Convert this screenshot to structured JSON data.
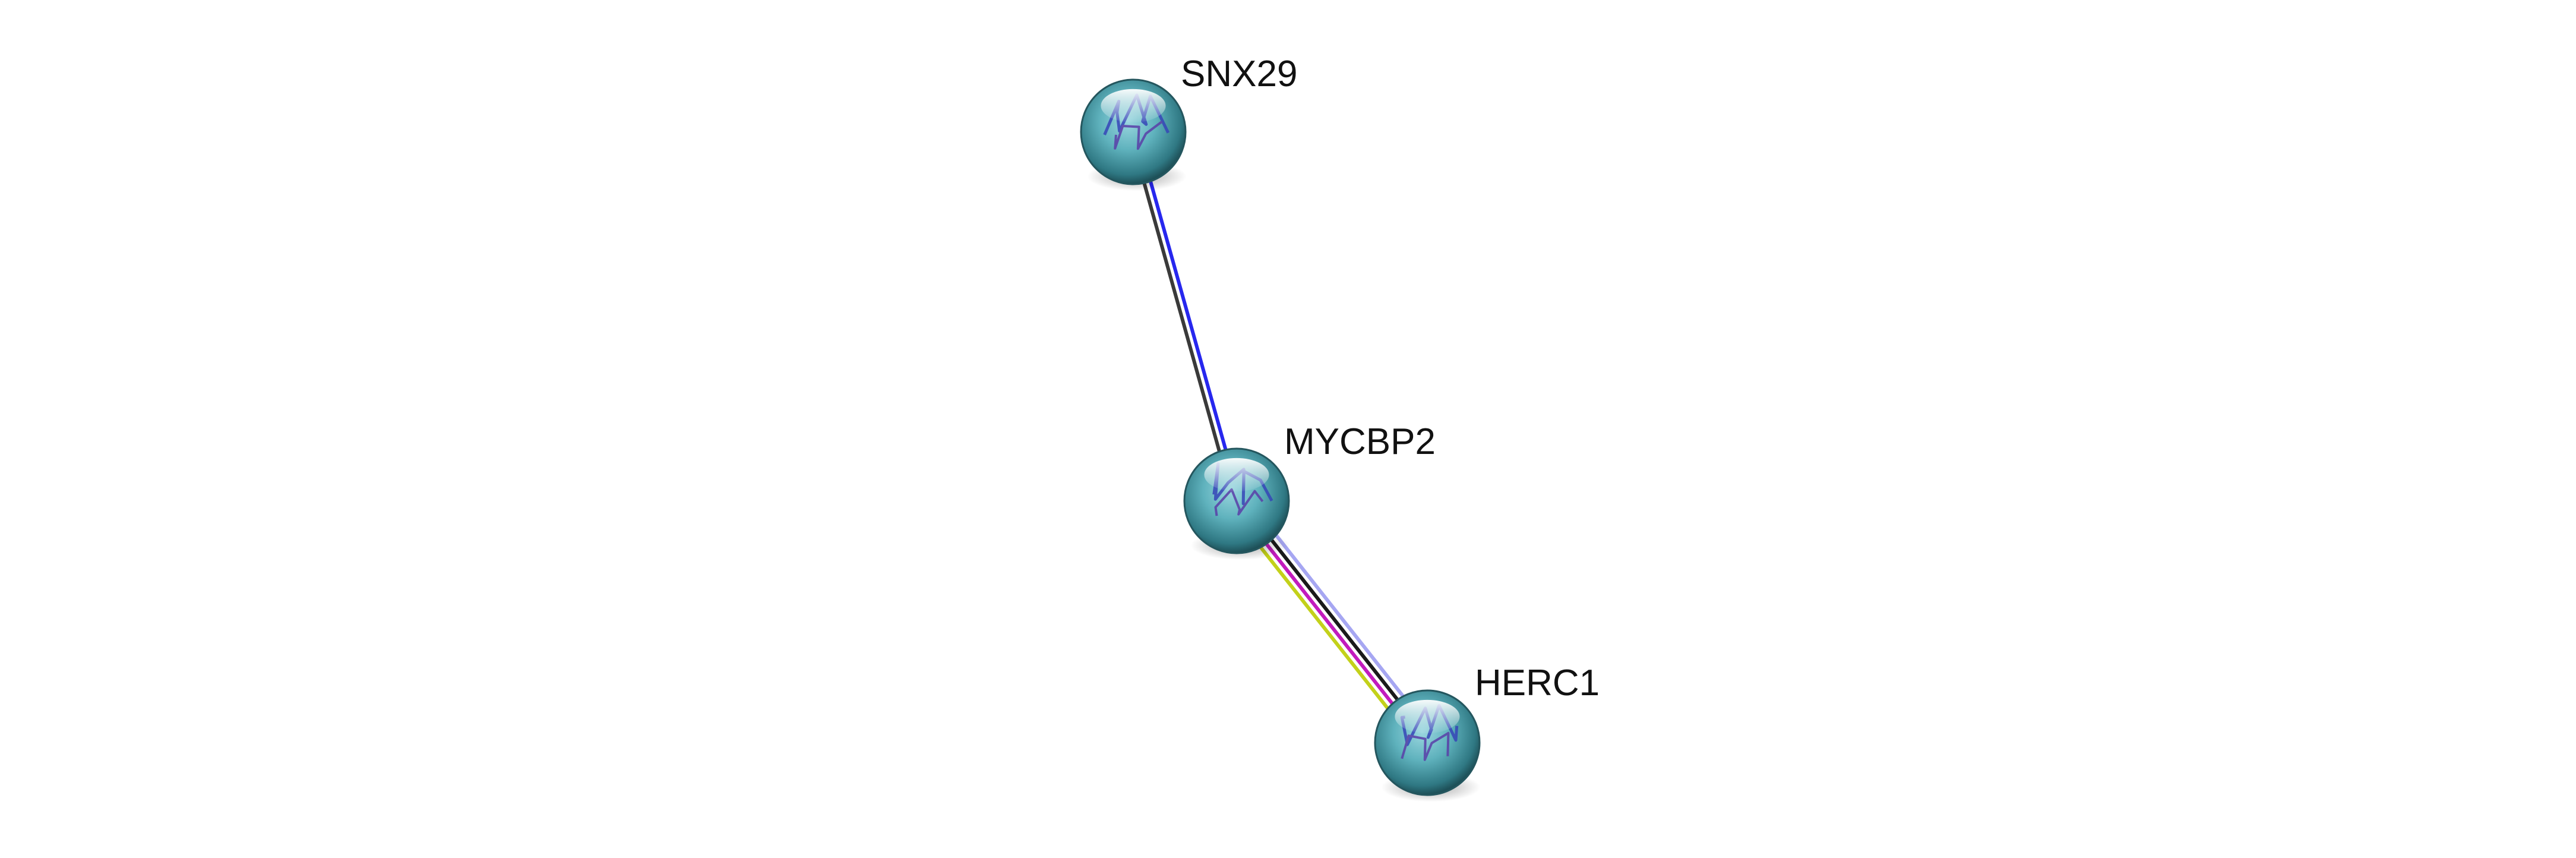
{
  "nodes": [
    {
      "id": "SNX29",
      "label": "SNX29"
    },
    {
      "id": "MYCBP2",
      "label": "MYCBP2"
    },
    {
      "id": "HERC1",
      "label": "HERC1"
    }
  ],
  "edges": [
    {
      "from": "SNX29",
      "to": "MYCBP2",
      "evidence_colors": [
        "#2727ee",
        "#3a3a3a"
      ]
    },
    {
      "from": "MYCBP2",
      "to": "HERC1",
      "evidence_colors": [
        "#a6a6f2",
        "#1a1a1a",
        "#c21bbd",
        "#c3d11a"
      ]
    }
  ],
  "colors": {
    "node_fill": "#5fb2bd",
    "node_edge": "#24565e",
    "background": "#ffffff"
  },
  "icons": {
    "SNX29": "protein-structure-icon",
    "MYCBP2": "protein-structure-icon",
    "HERC1": "protein-structure-icon"
  }
}
